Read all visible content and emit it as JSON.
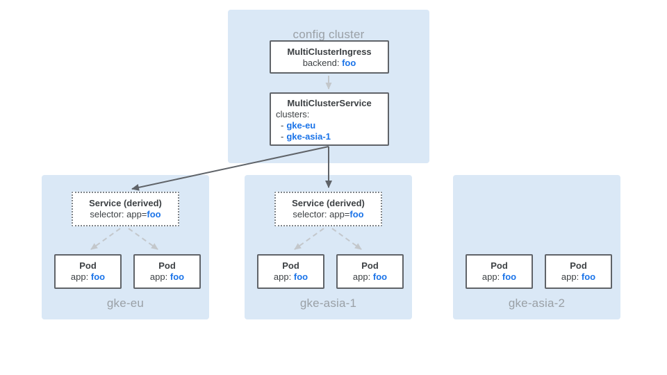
{
  "colors": {
    "cluster-bg": "#dae8f6",
    "node-border": "#5f6368",
    "title-gray": "#9aa0a6",
    "text-dark": "#3c4043",
    "accent-blue": "#1a73e8",
    "arrow-dark": "#5f6368",
    "arrow-light": "#c3c7cb"
  },
  "config_cluster": {
    "title": "config cluster",
    "ingress": {
      "title": "MultiClusterIngress",
      "backend_label": "backend:",
      "backend_value": "foo"
    },
    "service": {
      "title": "MultiClusterService",
      "clusters_label": "clusters:",
      "items": [
        {
          "prefix": "-",
          "name": "gke-eu"
        },
        {
          "prefix": "-",
          "name": "gke-asia-1"
        }
      ]
    }
  },
  "clusters": [
    {
      "name": "gke-eu",
      "service": {
        "title": "Service (derived)",
        "selector_label": "selector: app=",
        "selector_value": "foo"
      },
      "pods": [
        {
          "title": "Pod",
          "app_label": "app:",
          "app_value": "foo"
        },
        {
          "title": "Pod",
          "app_label": "app:",
          "app_value": "foo"
        }
      ]
    },
    {
      "name": "gke-asia-1",
      "service": {
        "title": "Service (derived)",
        "selector_label": "selector: app=",
        "selector_value": "foo"
      },
      "pods": [
        {
          "title": "Pod",
          "app_label": "app:",
          "app_value": "foo"
        },
        {
          "title": "Pod",
          "app_label": "app:",
          "app_value": "foo"
        }
      ]
    },
    {
      "name": "gke-asia-2",
      "pods": [
        {
          "title": "Pod",
          "app_label": "app:",
          "app_value": "foo"
        },
        {
          "title": "Pod",
          "app_label": "app:",
          "app_value": "foo"
        }
      ]
    }
  ]
}
